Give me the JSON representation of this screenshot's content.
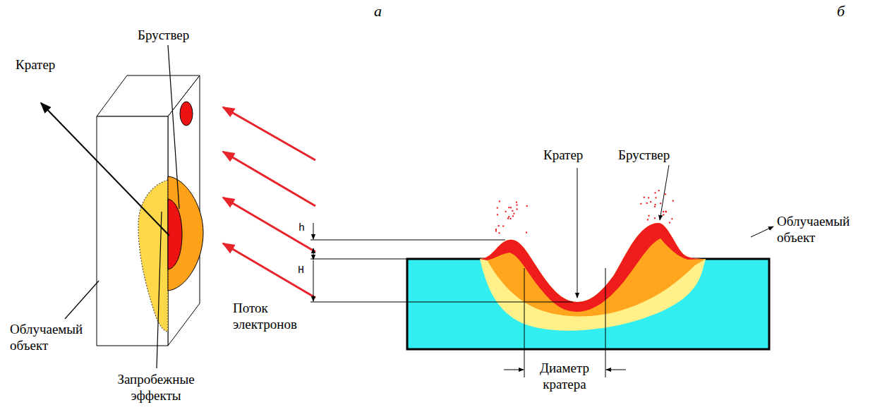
{
  "diagram": {
    "labels": [
      "а",
      "б",
      "Бруствер",
      "Кратер",
      "Облучаемый объект",
      "Запробежные эффекты",
      "Поток электронов",
      "Кратер",
      "Бруствер",
      "Облучаемый объект",
      "h",
      "H",
      "Диаметр кратера"
    ]
  }
}
